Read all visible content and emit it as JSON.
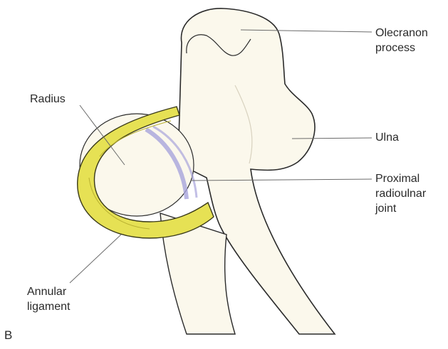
{
  "figure": {
    "panel_letter": "B",
    "labels": {
      "olecranon": "Olecranon\nprocess",
      "radius": "Radius",
      "ulna": "Ulna",
      "proximal_joint": "Proximal\nradioulnar\njoint",
      "annular": "Annular\nligament"
    }
  },
  "colors": {
    "bone_fill": "#fbf8ec",
    "bone_outline": "#2b2b2b",
    "ligament_fill": "#e6e154",
    "ligament_outline": "#3a3a1a",
    "cartilage": "#a8a4dc",
    "leader_line": "#6a6a6a"
  }
}
